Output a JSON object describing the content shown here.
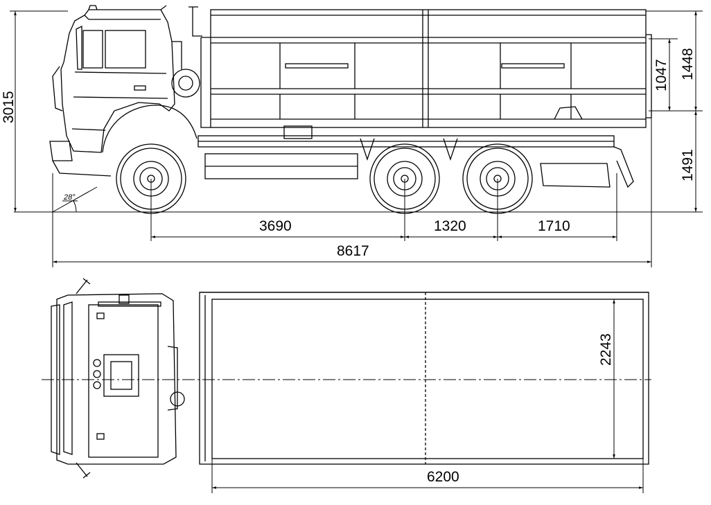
{
  "side_view": {
    "dimensions": {
      "overall_height": "3015",
      "body_side_height": "1448",
      "side_board_height": "1047",
      "platform_height": "1491",
      "front_to_axle": "3690",
      "axle_spacing": "1320",
      "rear_overhang": "1710",
      "overall_length": "8617"
    },
    "approach_angle": "28°"
  },
  "top_view": {
    "dimensions": {
      "body_width": "2243",
      "body_length": "6200"
    }
  }
}
